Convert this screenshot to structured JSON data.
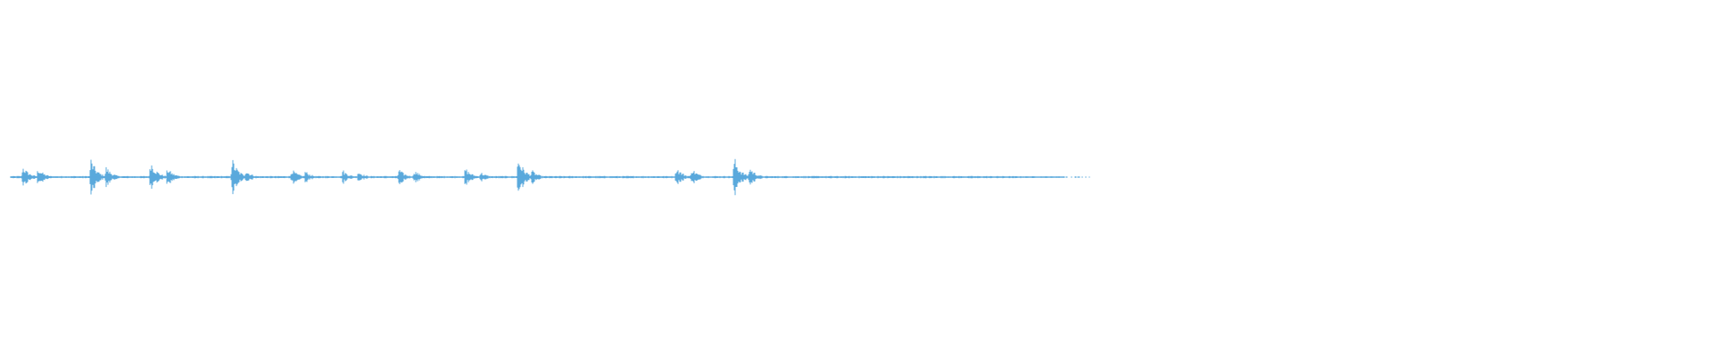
{
  "waveform": {
    "color": "#5aa9dc",
    "background": "#ffffff",
    "recorded_fraction": 0.635,
    "bursts": [
      {
        "at": 0.007,
        "amp": 0.55
      },
      {
        "at": 0.016,
        "amp": 0.45
      },
      {
        "at": 0.047,
        "amp": 0.9
      },
      {
        "at": 0.056,
        "amp": 0.5
      },
      {
        "at": 0.082,
        "amp": 0.85
      },
      {
        "at": 0.092,
        "amp": 0.45
      },
      {
        "at": 0.13,
        "amp": 0.9
      },
      {
        "at": 0.138,
        "amp": 0.35
      },
      {
        "at": 0.165,
        "amp": 0.4
      },
      {
        "at": 0.173,
        "amp": 0.3
      },
      {
        "at": 0.195,
        "amp": 0.35
      },
      {
        "at": 0.204,
        "amp": 0.3
      },
      {
        "at": 0.228,
        "amp": 0.4
      },
      {
        "at": 0.237,
        "amp": 0.35
      },
      {
        "at": 0.267,
        "amp": 0.45
      },
      {
        "at": 0.276,
        "amp": 0.25
      },
      {
        "at": 0.298,
        "amp": 1.0
      },
      {
        "at": 0.306,
        "amp": 0.35
      },
      {
        "at": 0.391,
        "amp": 0.5
      },
      {
        "at": 0.4,
        "amp": 0.45
      },
      {
        "at": 0.425,
        "amp": 0.95
      },
      {
        "at": 0.434,
        "amp": 0.5
      }
    ]
  }
}
